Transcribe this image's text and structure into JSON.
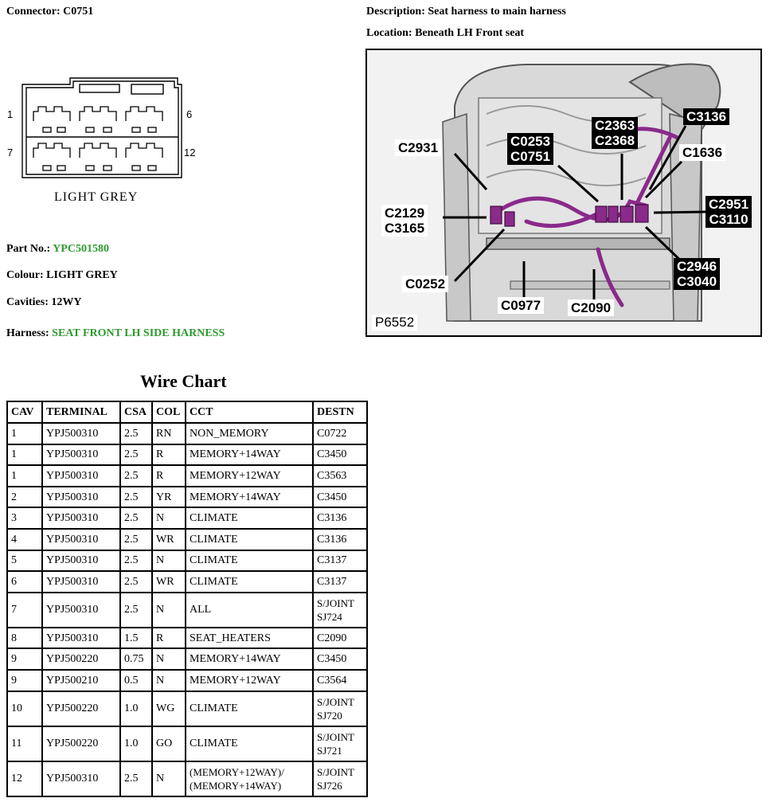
{
  "header": {
    "connector_label": "Connector:",
    "connector_value": "C0751",
    "description_label": "Description:",
    "description_value": "Seat harness to main harness",
    "location_label": "Location:",
    "location_value": "Beneath LH Front seat"
  },
  "connector": {
    "pin_1": "1",
    "pin_6": "6",
    "pin_7": "7",
    "pin_12": "12",
    "colour_caption": "LIGHT GREY"
  },
  "details": {
    "part_no_label": "Part No.:",
    "part_no_value": "YPC501580",
    "colour_label": "Colour:",
    "colour_value": "LIGHT GREY",
    "cavities_label": "Cavities:",
    "cavities_value": "12WY",
    "harness_label": "Harness:",
    "harness_value": "SEAT FRONT LH SIDE HARNESS"
  },
  "photo": {
    "reference": "P6552",
    "callouts": {
      "c3136": "C3136",
      "c2363": "C2363",
      "c2368": "C2368",
      "c0253": "C0253",
      "c0751": "C0751",
      "c2931": "C2931",
      "c1636": "C1636",
      "c2129": "C2129",
      "c3165": "C3165",
      "c2951": "C2951",
      "c3110": "C3110",
      "c2946": "C2946",
      "c3040": "C3040",
      "c0252": "C0252",
      "c0977": "C0977",
      "c2090": "C2090"
    }
  },
  "wire_chart": {
    "title": "Wire Chart",
    "headers": [
      "CAV",
      "TERMINAL",
      "CSA",
      "COL",
      "CCT",
      "DESTN"
    ],
    "rows": [
      [
        "1",
        "YPJ500310",
        "2.5",
        "RN",
        "NON_MEMORY",
        "C0722"
      ],
      [
        "1",
        "YPJ500310",
        "2.5",
        "R",
        "MEMORY+14WAY",
        "C3450"
      ],
      [
        "1",
        "YPJ500310",
        "2.5",
        "R",
        "MEMORY+12WAY",
        "C3563"
      ],
      [
        "2",
        "YPJ500310",
        "2.5",
        "YR",
        "MEMORY+14WAY",
        "C3450"
      ],
      [
        "3",
        "YPJ500310",
        "2.5",
        "N",
        "CLIMATE",
        "C3136"
      ],
      [
        "4",
        "YPJ500310",
        "2.5",
        "WR",
        "CLIMATE",
        "C3136"
      ],
      [
        "5",
        "YPJ500310",
        "2.5",
        "N",
        "CLIMATE",
        "C3137"
      ],
      [
        "6",
        "YPJ500310",
        "2.5",
        "WR",
        "CLIMATE",
        "C3137"
      ],
      [
        "7",
        "YPJ500310",
        "2.5",
        "N",
        "ALL",
        "S/JOINT SJ724"
      ],
      [
        "8",
        "YPJ500310",
        "1.5",
        "R",
        "SEAT_HEATERS",
        "C2090"
      ],
      [
        "9",
        "YPJ500220",
        "0.75",
        "N",
        "MEMORY+14WAY",
        "C3450"
      ],
      [
        "9",
        "YPJ500210",
        "0.5",
        "N",
        "MEMORY+12WAY",
        "C3564"
      ],
      [
        "10",
        "YPJ500220",
        "1.0",
        "WG",
        "CLIMATE",
        "S/JOINT SJ720"
      ],
      [
        "11",
        "YPJ500220",
        "1.0",
        "GO",
        "CLIMATE",
        "S/JOINT SJ721"
      ],
      [
        "12",
        "YPJ500310",
        "2.5",
        "N",
        "(MEMORY+12WAY)/ (MEMORY+14WAY)",
        "S/JOINT SJ726"
      ]
    ]
  },
  "colors": {
    "green_value": "#2e9a2e",
    "harness_purple": "#8a2a8a"
  }
}
